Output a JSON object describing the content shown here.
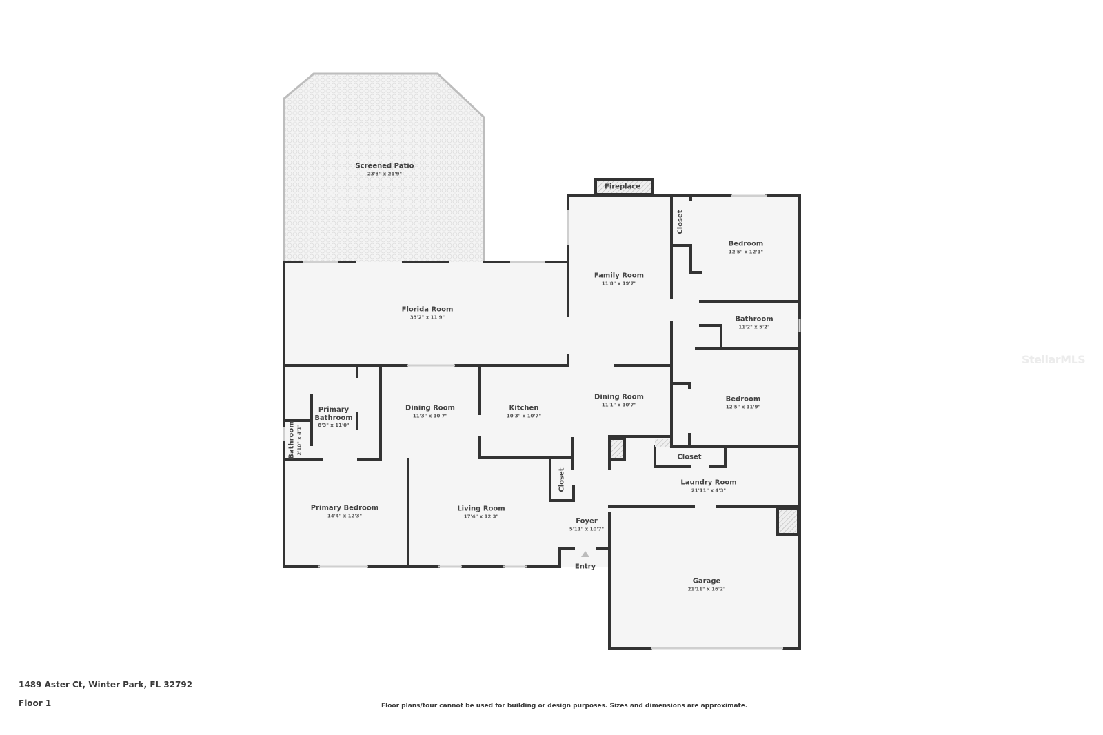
{
  "plan": {
    "address": "1489 Aster Ct, Winter Park, FL 32792",
    "floor": "Floor 1",
    "disclaimer": "Floor plans/tour cannot be used for building or design purposes. Sizes and dimensions are approximate.",
    "watermark": "StellarMLS",
    "entry": "Entry",
    "colors": {
      "wall": "#333333",
      "floor": "#f5f5f5",
      "window": "#d8d8d8",
      "hatch": "#bdbdbd"
    }
  },
  "rooms": {
    "screened_patio": {
      "name": "Screened Patio",
      "dim": "23'3\" x 21'9\""
    },
    "fireplace": {
      "name": "Fireplace"
    },
    "family_room": {
      "name": "Family Room",
      "dim": "11'8\" x 19'7\""
    },
    "closet_ne": {
      "name": "Closet"
    },
    "bedroom_ne": {
      "name": "Bedroom",
      "dim": "12'5\" x 12'1\""
    },
    "bathroom_e": {
      "name": "Bathroom",
      "dim": "11'2\" x 5'2\""
    },
    "florida_room": {
      "name": "Florida Room",
      "dim": "33'2\" x 11'9\""
    },
    "primary_bathroom": {
      "name": "Primary Bathroom",
      "name_line1": "Primary",
      "name_line2": "Bathroom",
      "dim": "8'3\" x 11'0\""
    },
    "bathroom_small": {
      "name": "Bathroom",
      "dim": "2'10\" x 4'1\""
    },
    "dining_room_w": {
      "name": "Dining Room",
      "dim": "11'3\" x 10'7\""
    },
    "kitchen": {
      "name": "Kitchen",
      "dim": "10'3\" x 10'7\""
    },
    "dining_room_e": {
      "name": "Dining Room",
      "dim": "11'1\" x 10'7\""
    },
    "bedroom_se": {
      "name": "Bedroom",
      "dim": "12'5\" x 11'9\""
    },
    "closet_laundry": {
      "name": "Closet"
    },
    "laundry_room": {
      "name": "Laundry Room",
      "dim": "21'11\" x 4'3\""
    },
    "closet_foyer": {
      "name": "Closet"
    },
    "primary_bedroom": {
      "name": "Primary Bedroom",
      "dim": "14'4\" x 12'3\""
    },
    "living_room": {
      "name": "Living Room",
      "dim": "17'4\" x 12'3\""
    },
    "foyer": {
      "name": "Foyer",
      "dim": "5'11\" x 10'7\""
    },
    "garage": {
      "name": "Garage",
      "dim": "21'11\" x 16'2\""
    }
  }
}
